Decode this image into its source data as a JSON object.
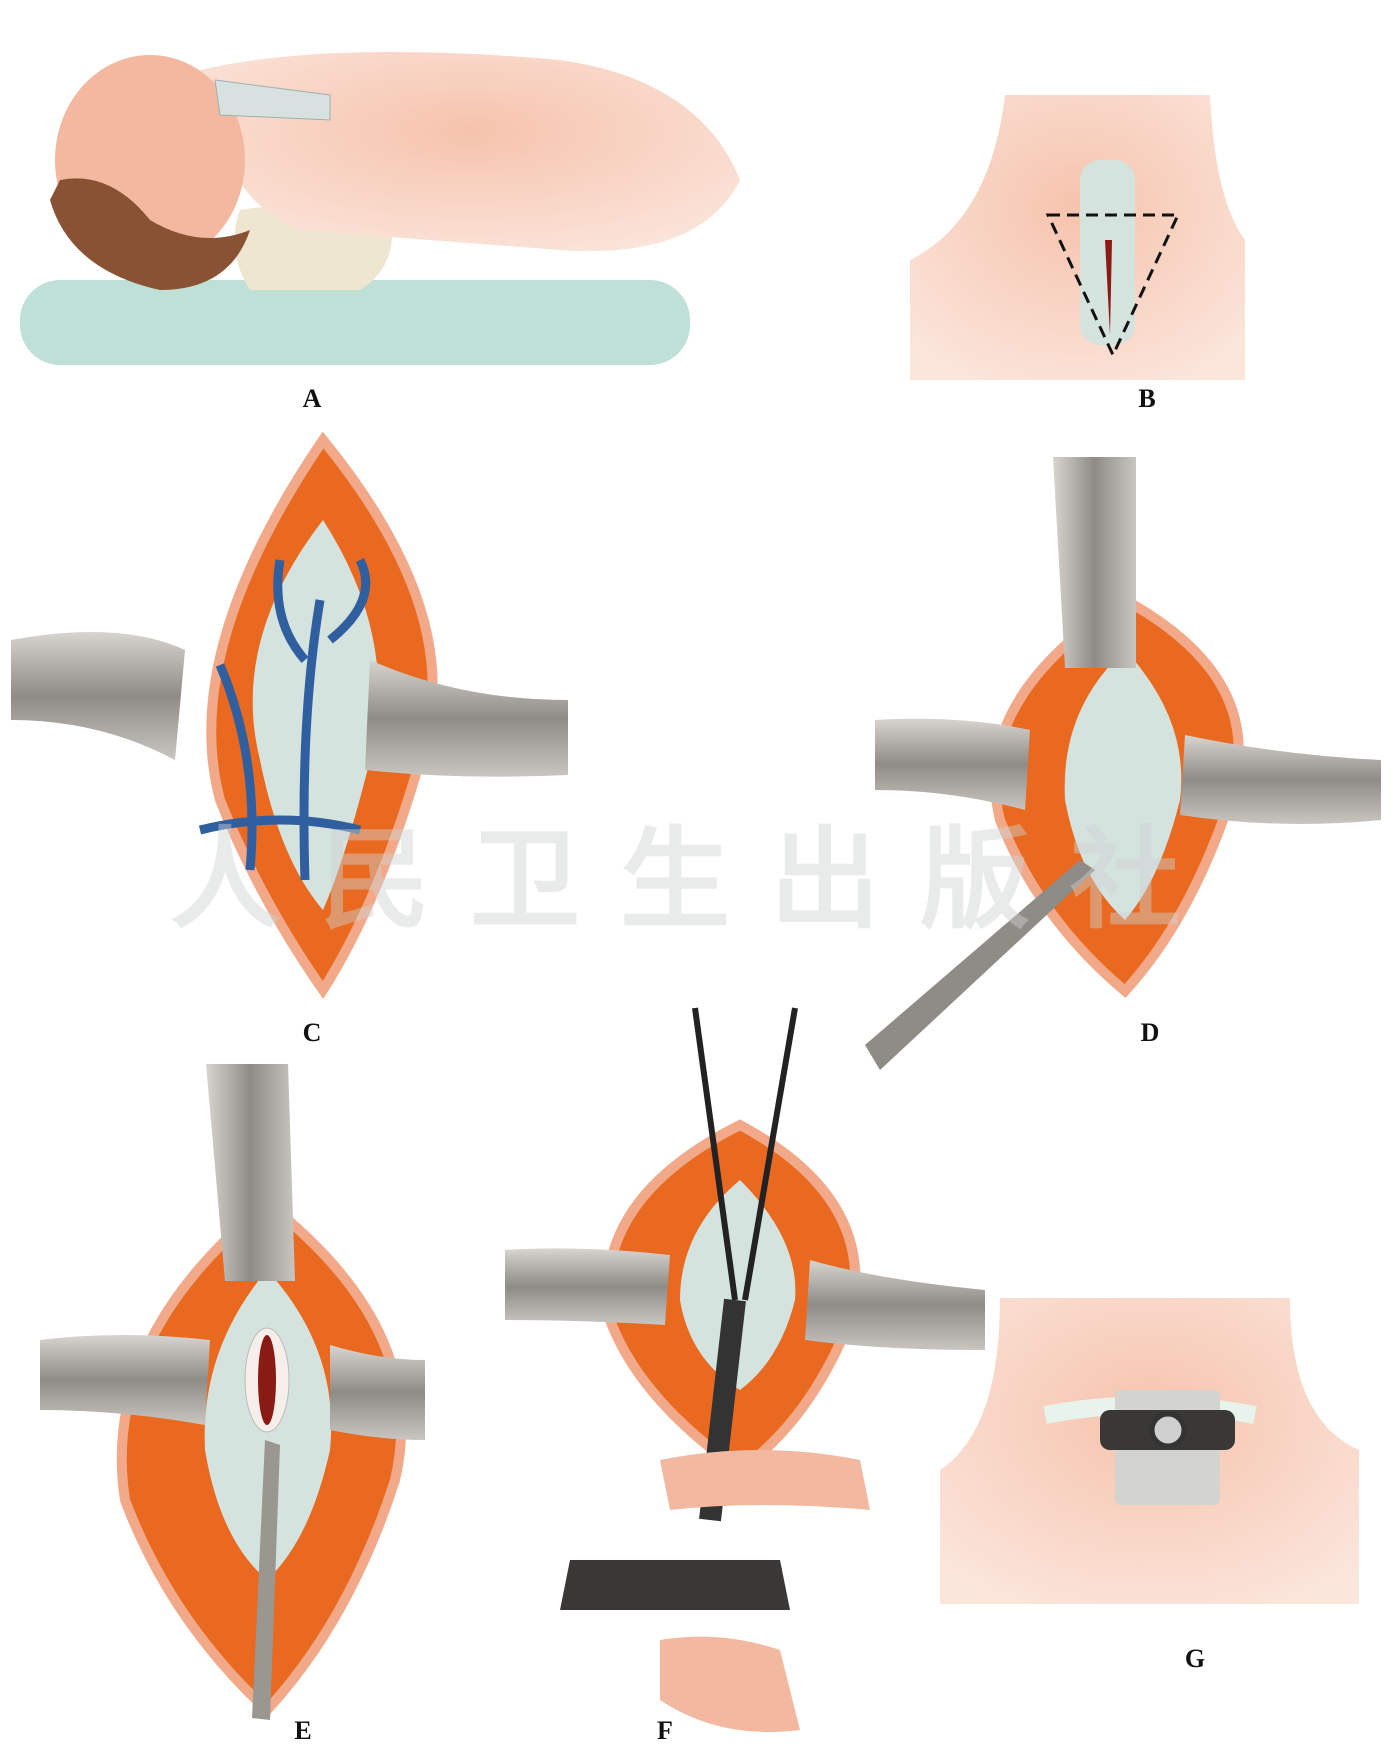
{
  "panels": [
    {
      "id": "A",
      "label": "A"
    },
    {
      "id": "B",
      "label": "B"
    },
    {
      "id": "C",
      "label": "C"
    },
    {
      "id": "D",
      "label": "D"
    },
    {
      "id": "E",
      "label": "E"
    },
    {
      "id": "F",
      "label": "F"
    },
    {
      "id": "G",
      "label": "G"
    }
  ],
  "watermark": "人民卫生出版社",
  "colors": {
    "skin": "#f4b9a0",
    "fat": "#e8691f",
    "trachea": "#d5e3df",
    "vein": "#2f5f9e",
    "metal": "#9a9690",
    "pad": "#bfe0d6"
  }
}
